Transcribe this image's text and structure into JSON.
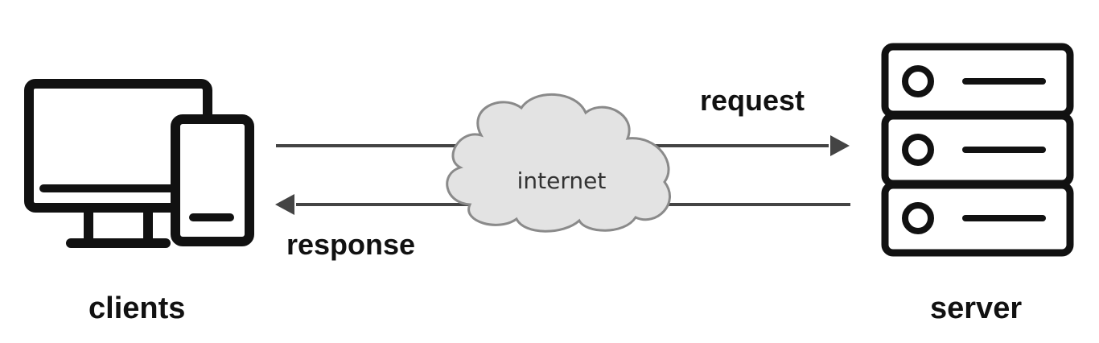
{
  "labels": {
    "clients": "clients",
    "server": "server",
    "internet": "internet",
    "request": "request",
    "response": "response"
  },
  "colors": {
    "icon_stroke": "#111111",
    "arrow": "#444444",
    "cloud_fill": "#e3e3e3",
    "cloud_stroke": "#8a8a8a",
    "background": "#ffffff"
  },
  "icons": {
    "clients": "desktop-and-phone-icon",
    "server": "server-rack-icon",
    "internet": "cloud-icon"
  }
}
